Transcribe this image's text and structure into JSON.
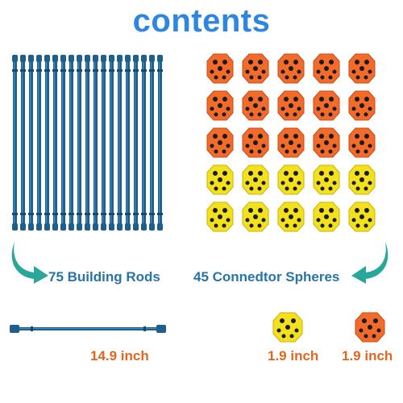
{
  "title": "contents",
  "captions": {
    "rods": "75 Building Rods",
    "spheres": "45 Connedtor Spheres"
  },
  "dimensions": {
    "rod_length": "14.9 inch",
    "yellow_sphere": "1.9 inch",
    "orange_sphere": "1.9 inch"
  },
  "colors": {
    "title": "#2e86de",
    "caption": "#2873a8",
    "dimension": "#e2661e",
    "rod": "#1f5f8b",
    "rod_highlight": "#3b8fc4",
    "orange": "#f36b2a",
    "orange_dark": "#c84a16",
    "yellow": "#f4e11d",
    "yellow_dark": "#c9b40c",
    "arrow": "#2aa79b"
  },
  "grid": {
    "rod_count": 19,
    "orange_rows": 3,
    "yellow_rows": 2,
    "columns": 5
  }
}
